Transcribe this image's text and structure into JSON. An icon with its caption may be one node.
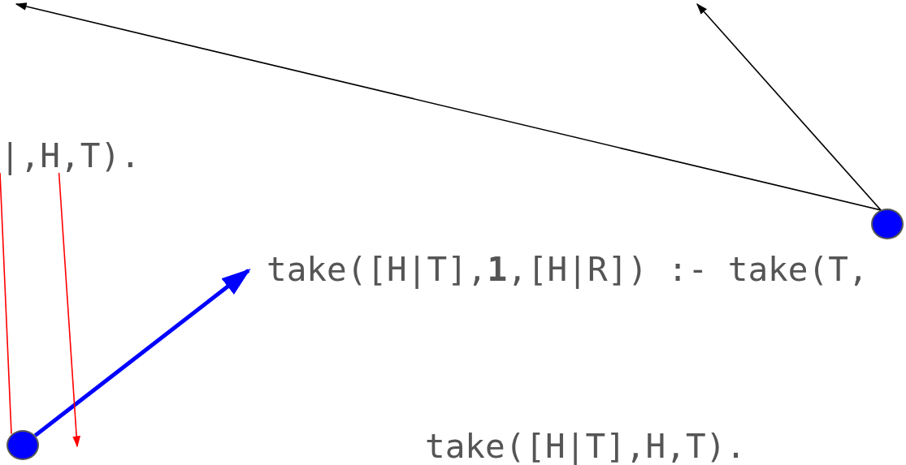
{
  "diagram": {
    "nodes": [
      {
        "text": [],
        "shape": "circle"
      },
      {
        "text": [],
        "shape": "circle"
      },
      {
        "text": [
          "take([H|T],**1**,[H|R]) :- take(T,"
        ]
      },
      {
        "text": [
          "|,H,T)."
        ]
      },
      {
        "text": [
          "take([H|T],H,T)."
        ]
      }
    ],
    "edges": [
      {
        "from": 0,
        "to": null,
        "arrow": "to"
      },
      {
        "from": 0,
        "to": null,
        "arrow": "to"
      },
      {
        "from": 1,
        "to": 2,
        "arrow": "to",
        "style": "thick",
        "color": "#0000ff"
      },
      {
        "from": 3,
        "to": 1,
        "arrow": "none",
        "color": "#ff0000"
      },
      {
        "from": 3,
        "to": null,
        "arrow": "to",
        "color": "#ff0000"
      }
    ]
  }
}
